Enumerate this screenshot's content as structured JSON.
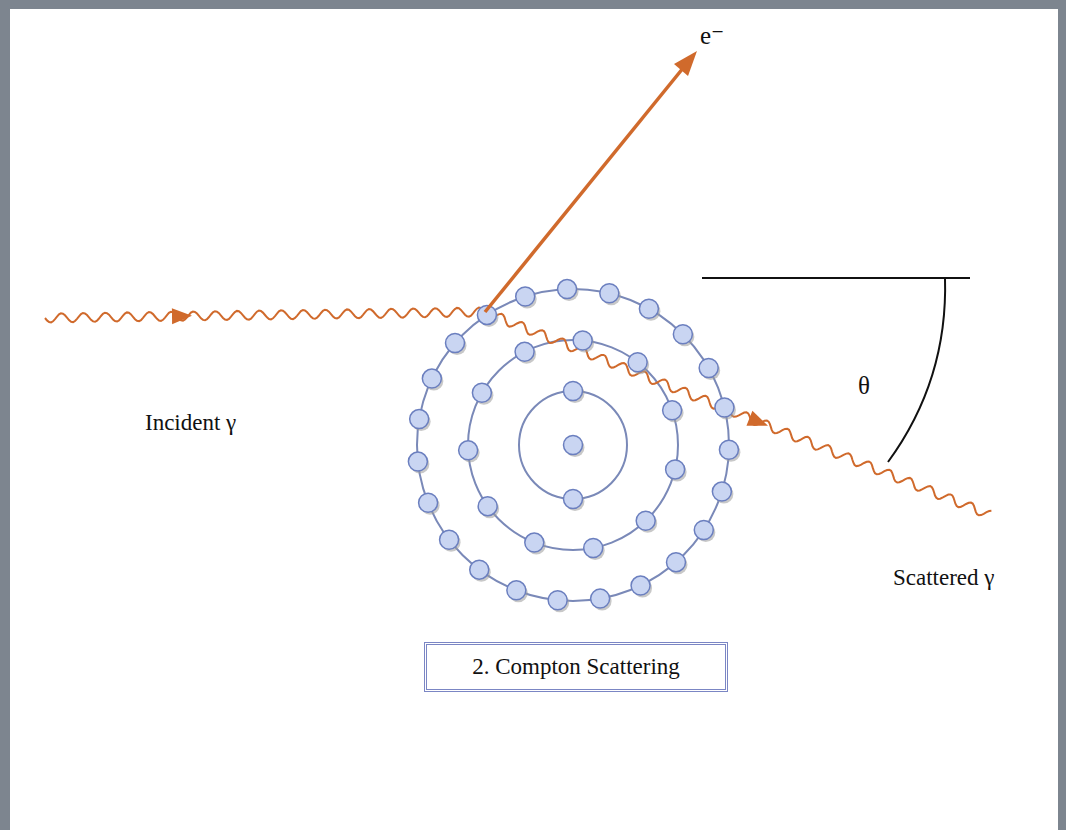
{
  "diagram": {
    "caption": "2. Compton Scattering",
    "labels": [
      "e⁻",
      "Incident γ",
      "θ",
      "Scattered γ"
    ]
  }
}
